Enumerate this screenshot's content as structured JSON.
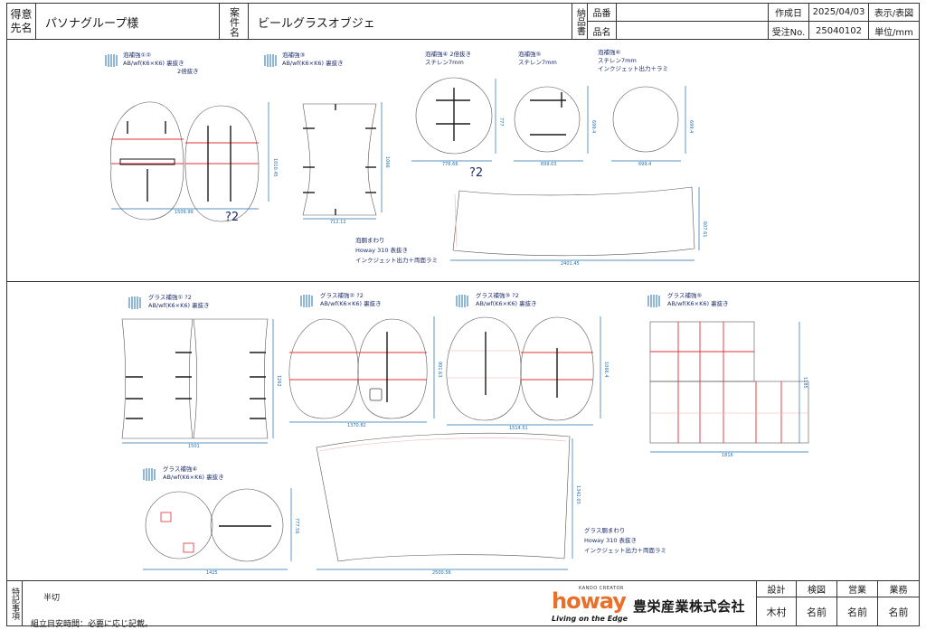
{
  "header": {
    "customer_label": "得意先名",
    "customer_value": "パソナグループ様",
    "project_label": "案件名",
    "project_value": "ビールグラスオブジェ",
    "delivery_label": "納品書",
    "hinban_label": "品番",
    "hinmei_label": "品名",
    "hinban_value": "",
    "hinmei_value": "",
    "created_label": "作成日",
    "created_value": "2025/04/03",
    "display_label": "表示/表図",
    "order_label": "受注No.",
    "order_value": "25040102",
    "unit_label": "単位/mm"
  },
  "top_section": {
    "parts": [
      {
        "title": "泡補強①②",
        "spec": "AB/wf(K6×K6) 裏抜き",
        "note": "2倍抜き",
        "dim_w": "1509.99",
        "dim_h": "1010.45",
        "count": "?2"
      },
      {
        "title": "泡補強③",
        "spec": "AB/wf(K6×K6) 裏抜き",
        "dim_w": "712.12",
        "dim_h": "1066"
      },
      {
        "title": "泡補強④ 2倍抜き",
        "spec": "スチレン7mm",
        "dim_w": "776.66",
        "dim_h": "777",
        "count": "?2"
      },
      {
        "title": "泡補強⑤",
        "spec": "スチレン7mm",
        "dim_w": "699.03",
        "dim_h": "699.4"
      },
      {
        "title": "泡補強⑥",
        "spec": "スチレン7mm",
        "spec2": "インクジェット出力＋ラミ",
        "dim_w": "699.4",
        "dim_h": "699.4"
      }
    ],
    "wrap": {
      "title": "泡胴まわり",
      "spec": "Howay 310 表抜き",
      "spec2": "インクジェット出力＋両面ラミ",
      "dim_w": "2401.45",
      "dim_h": "607.61"
    }
  },
  "bottom_section": {
    "parts": [
      {
        "title": "グラス補強① ?2",
        "spec": "AB/wf(K6×K6) 裏抜き",
        "dim_w": "1501",
        "dim_h": "1262"
      },
      {
        "title": "グラス補強② ?2",
        "spec": "AB/wf(K6×K6) 裏抜き",
        "dim_w": "1370.82",
        "dim_h": "901.63"
      },
      {
        "title": "グラス補強③ ?2",
        "spec": "AB/wf(K6×K6) 裏抜き",
        "dim_w": "1514.51",
        "dim_h": "1066.4"
      },
      {
        "title": "グラス補強⑤",
        "spec": "AB/wf(K6×K6) 裏抜き",
        "dim_w": "1816",
        "dim_h": "1185"
      },
      {
        "title": "グラス補強④",
        "spec": "AB/wf(K6×K6) 裏抜き",
        "dim_w": "1425",
        "dim_h": "777.56"
      }
    ],
    "wrap": {
      "title": "グラス胴まわり",
      "spec": "Howay 310 表抜き",
      "spec2": "インクジェット出力＋両面ラミ",
      "dim_w": "2500.56",
      "dim_h": "1342.03"
    }
  },
  "footer": {
    "notes_label": "特記事項",
    "note1": "半切",
    "note2": "組立目安時間：必要に応じ記載。",
    "logo_brand": "howay",
    "logo_tag": "Living on the Edge",
    "logo_small": "KANDO CREATOR",
    "company": "豊栄産業株式会社",
    "roles": [
      "設計",
      "検図",
      "営業",
      "業務"
    ],
    "names": [
      "木村",
      "名前",
      "名前",
      "名前"
    ]
  },
  "colors": {
    "line": "#333333",
    "cut": "#e0303a",
    "dim": "#1e6fb0",
    "dark": "#1a1a1a",
    "brand_orange": "#e8702a"
  }
}
